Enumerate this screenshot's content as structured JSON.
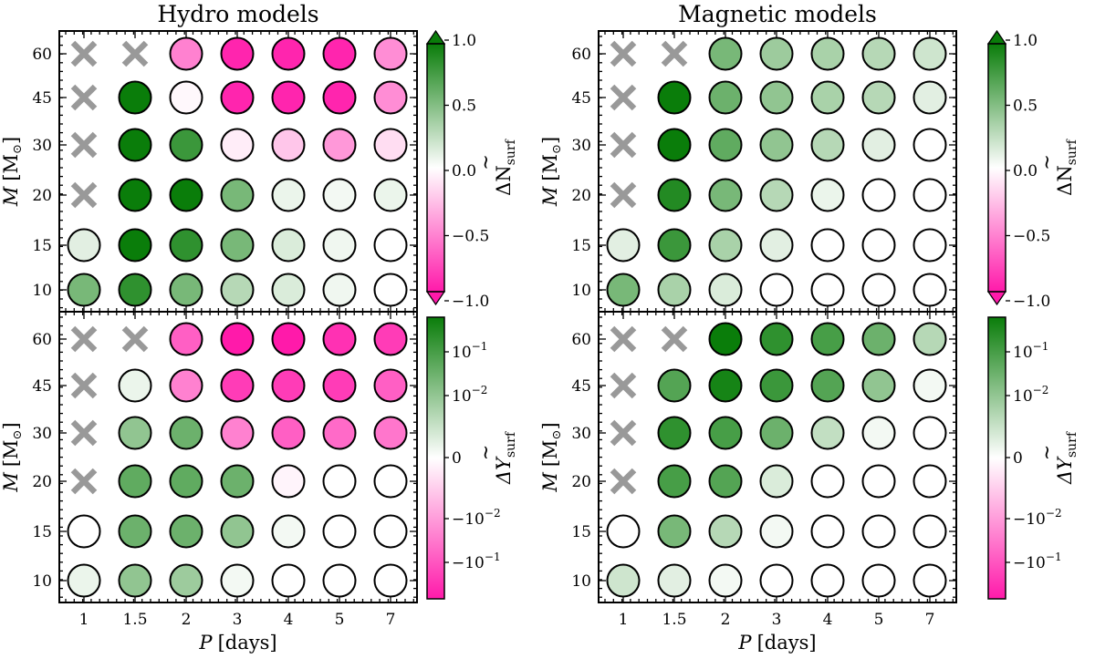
{
  "titles": {
    "left": "Hydro models",
    "right": "Magnetic models"
  },
  "axis_labels": {
    "y_var": "M",
    "y_unit": "[M",
    "y_unit_sub": "⊙",
    "y_unit_close": "]",
    "x_var": "P",
    "x_unit": "[days]"
  },
  "colorbar_labels": {
    "n": {
      "symbol": "ΔN",
      "sub": "surf"
    },
    "y": {
      "symbol": "ΔY",
      "sub": "surf"
    }
  },
  "colors": {
    "missing_marker": "#999999",
    "cmap_negative": "#ff1aaa",
    "cmap_zero": "#ffffff",
    "cmap_positive": "#0a7d0a"
  },
  "chart_data": [
    {
      "type": "heatmap",
      "marker": "circle",
      "panel": "hydro-nitrogen",
      "title": "Hydro models",
      "x_categories": [
        "1",
        "1.5",
        "2",
        "3",
        "4",
        "5",
        "7"
      ],
      "y_categories": [
        "10",
        "15",
        "20",
        "30",
        "45",
        "60"
      ],
      "ylabel": "M [M⊙]",
      "colorbar": {
        "label": "ΔN surf",
        "range": [
          -1,
          1
        ],
        "ticks": [
          "−1.0",
          "−0.5",
          "0.0",
          "0.5",
          "1.0"
        ],
        "extend": "both"
      },
      "values": {
        "10": [
          0.55,
          0.85,
          0.55,
          0.3,
          0.15,
          0.06,
          0.0
        ],
        "15": [
          0.12,
          1.0,
          0.85,
          0.55,
          0.15,
          0.06,
          0.0
        ],
        "20": [
          "x",
          1.0,
          1.0,
          0.55,
          0.08,
          0.05,
          0.08
        ],
        "30": [
          "x",
          1.0,
          0.8,
          -0.08,
          -0.25,
          -0.45,
          -0.15
        ],
        "45": [
          "x",
          1.0,
          -0.03,
          -0.95,
          -0.95,
          -0.95,
          -0.5
        ],
        "60": [
          "x",
          "x",
          -0.55,
          -0.95,
          -0.95,
          -0.95,
          -0.5
        ]
      }
    },
    {
      "type": "heatmap",
      "marker": "circle",
      "panel": "magnetic-nitrogen",
      "title": "Magnetic models",
      "x_categories": [
        "1",
        "1.5",
        "2",
        "3",
        "4",
        "5",
        "7"
      ],
      "y_categories": [
        "10",
        "15",
        "20",
        "30",
        "45",
        "60"
      ],
      "ylabel": "M [M⊙]",
      "colorbar": {
        "label": "ΔN surf",
        "range": [
          -1,
          1
        ],
        "ticks": [
          "−1.0",
          "−0.5",
          "0.0",
          "0.5",
          "1.0"
        ],
        "extend": "both"
      },
      "values": {
        "10": [
          0.55,
          0.35,
          0.15,
          0.0,
          0.0,
          0.0,
          0.0
        ],
        "15": [
          0.12,
          0.8,
          0.35,
          0.12,
          0.0,
          0.0,
          0.0
        ],
        "20": [
          "x",
          0.9,
          0.55,
          0.3,
          0.08,
          0.0,
          0.0
        ],
        "30": [
          "x",
          1.0,
          0.65,
          0.45,
          0.3,
          0.12,
          0.0
        ],
        "45": [
          "x",
          1.0,
          0.6,
          0.45,
          0.35,
          0.3,
          0.12
        ],
        "60": [
          "x",
          "x",
          0.55,
          0.4,
          0.35,
          0.3,
          0.2
        ]
      }
    },
    {
      "type": "heatmap",
      "marker": "circle",
      "panel": "hydro-helium",
      "x_categories": [
        "1",
        "1.5",
        "2",
        "3",
        "4",
        "5",
        "7"
      ],
      "y_categories": [
        "10",
        "15",
        "20",
        "30",
        "45",
        "60"
      ],
      "xlabel": "P [days]",
      "ylabel": "M [M⊙]",
      "colorbar": {
        "label": "ΔY surf",
        "scale": "symlog",
        "ticks": [
          "−10−1",
          "−10−2",
          "0",
          "10−2",
          "10−1"
        ]
      },
      "values": {
        "10": [
          0.08,
          0.45,
          0.4,
          0.05,
          0.0,
          0.0,
          0.0
        ],
        "15": [
          0.0,
          0.6,
          0.6,
          0.45,
          0.05,
          0.0,
          0.0
        ],
        "20": [
          "x",
          0.65,
          0.65,
          0.6,
          -0.05,
          0.0,
          0.0
        ],
        "30": [
          "x",
          0.45,
          0.6,
          -0.55,
          -0.7,
          -0.65,
          -0.6
        ],
        "45": [
          "x",
          0.08,
          -0.55,
          -0.85,
          -0.85,
          -0.85,
          -0.7
        ],
        "60": [
          "x",
          "x",
          -0.7,
          -1.0,
          -1.0,
          -0.9,
          -0.85
        ]
      }
    },
    {
      "type": "heatmap",
      "marker": "circle",
      "panel": "magnetic-helium",
      "x_categories": [
        "1",
        "1.5",
        "2",
        "3",
        "4",
        "5",
        "7"
      ],
      "y_categories": [
        "10",
        "15",
        "20",
        "30",
        "45",
        "60"
      ],
      "xlabel": "P [days]",
      "ylabel": "M [M⊙]",
      "colorbar": {
        "label": "ΔY surf",
        "scale": "symlog",
        "ticks": [
          "−10−1",
          "−10−2",
          "0",
          "10−2",
          "10−1"
        ]
      },
      "values": {
        "10": [
          0.2,
          0.12,
          0.05,
          0.0,
          0.0,
          0.0,
          0.0
        ],
        "15": [
          0.0,
          0.55,
          0.3,
          0.05,
          0.0,
          0.0,
          0.0
        ],
        "20": [
          "x",
          0.75,
          0.7,
          0.15,
          0.0,
          0.0,
          0.0
        ],
        "30": [
          "x",
          0.85,
          0.75,
          0.6,
          0.25,
          0.05,
          0.0
        ],
        "45": [
          "x",
          0.7,
          0.95,
          0.8,
          0.7,
          0.45,
          0.05
        ],
        "60": [
          "x",
          "x",
          1.0,
          0.85,
          0.75,
          0.6,
          0.3
        ]
      }
    }
  ]
}
